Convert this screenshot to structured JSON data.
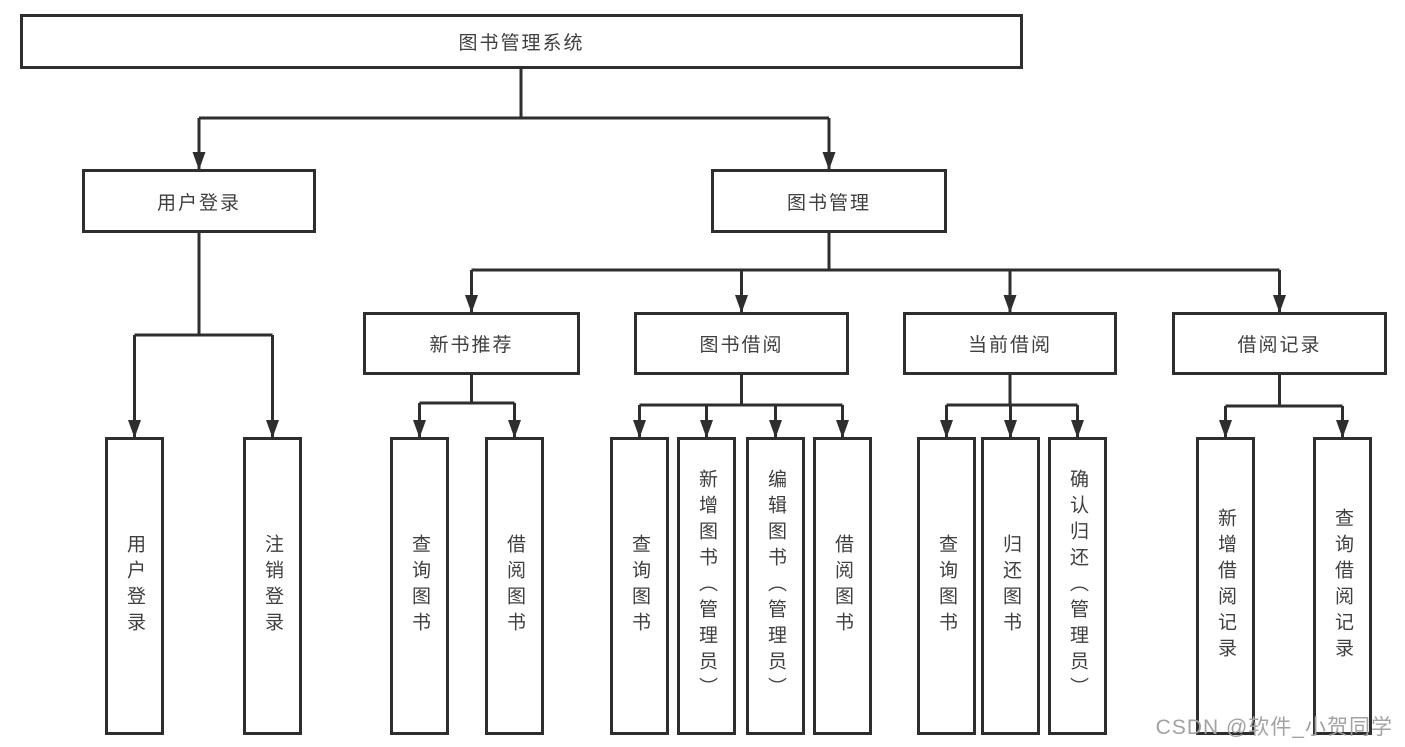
{
  "diagram": {
    "root": {
      "label": "图书管理系统"
    },
    "level2": [
      {
        "label": "用户登录"
      },
      {
        "label": "图书管理"
      }
    ],
    "level3": [
      {
        "label": "新书推荐"
      },
      {
        "label": "图书借阅"
      },
      {
        "label": "当前借阅"
      },
      {
        "label": "借阅记录"
      }
    ],
    "leaves": {
      "user_login": [
        "用户登录",
        "注销登录"
      ],
      "new_book": [
        "查询图书",
        "借阅图书"
      ],
      "book_borrow": [
        "查询图书",
        "新增图书（管理员）",
        "编辑图书（管理员）",
        "借阅图书"
      ],
      "current_borrow": [
        "查询图书",
        "归还图书",
        "确认归还（管理员）"
      ],
      "borrow_record": [
        "新增借阅记录",
        "查询借阅记录"
      ]
    }
  },
  "watermark": {
    "text": "CSDN @软件_小贺同学"
  },
  "colors": {
    "line": "#2e2e2e",
    "box_border": "#2e2e2e",
    "box_fill": "#ffffff",
    "text": "#3f3f3f",
    "watermark": "#a2a2a2",
    "background": "#ffffff"
  }
}
